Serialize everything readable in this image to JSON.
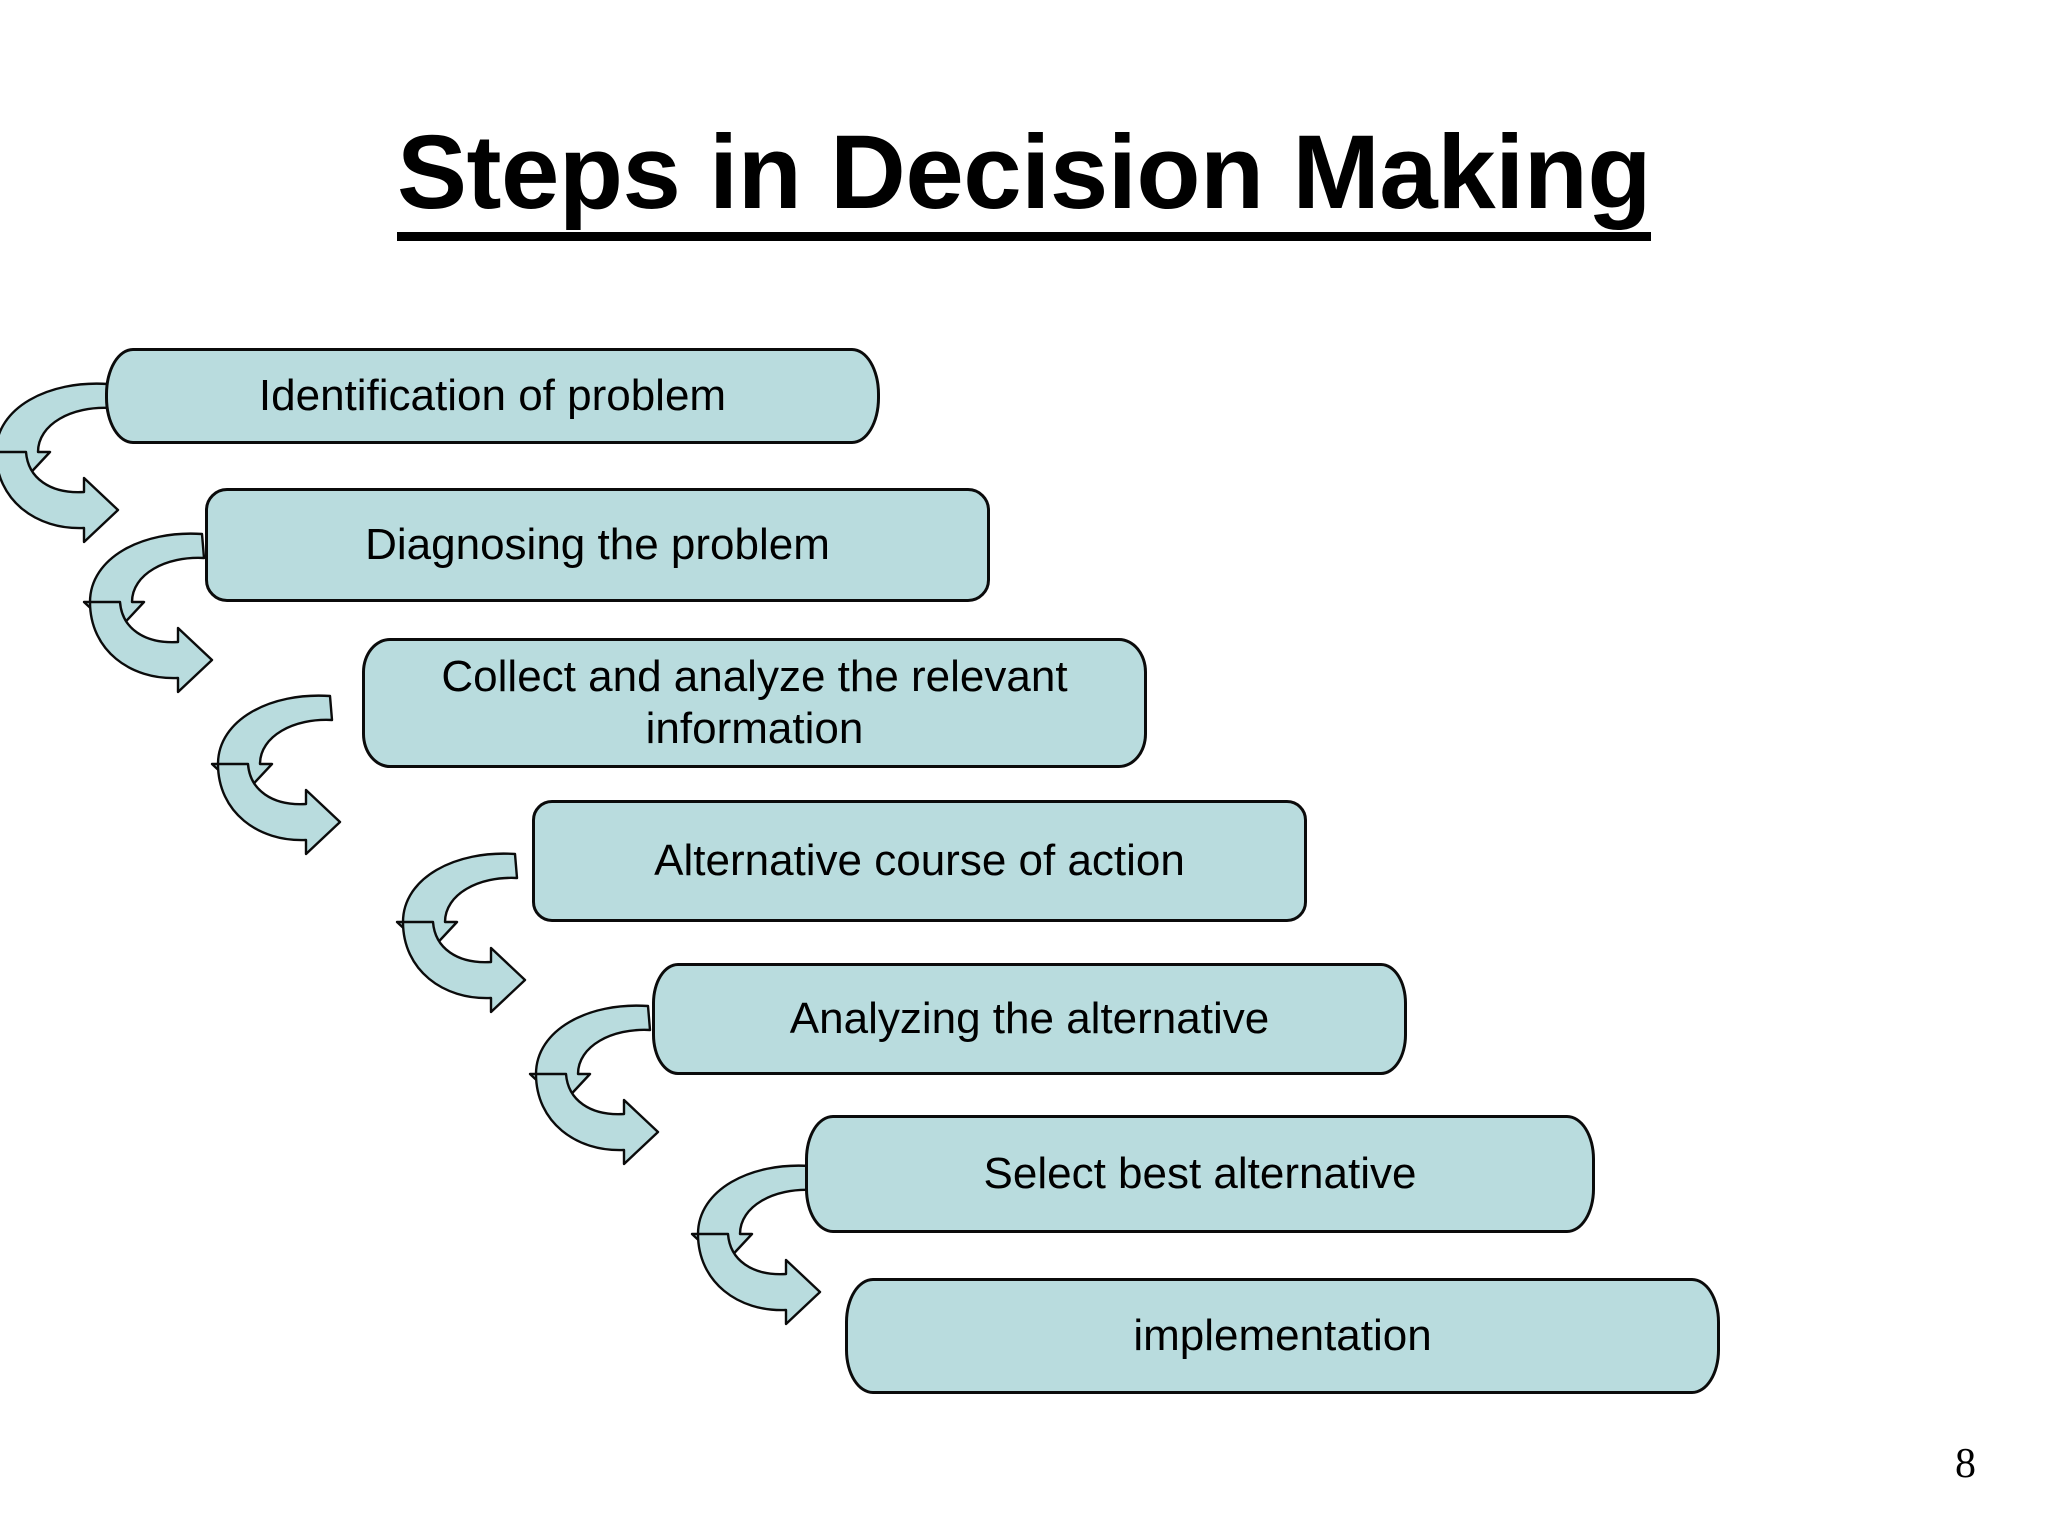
{
  "slide": {
    "title": "Steps in Decision Making",
    "page_number": "8",
    "background_color": "#ffffff",
    "box_fill_color": "#b9dcde",
    "box_border_color": "#0b0b0b",
    "arrow_fill_color": "#b9dcde",
    "arrow_border_color": "#0b0b0b",
    "text_color": "#000000"
  },
  "steps": [
    {
      "index": 1,
      "label": "Identification of problem"
    },
    {
      "index": 2,
      "label": "Diagnosing the problem"
    },
    {
      "index": 3,
      "label": "Collect and analyze the relevant information"
    },
    {
      "index": 4,
      "label": "Alternative course of action"
    },
    {
      "index": 5,
      "label": "Analyzing the alternative"
    },
    {
      "index": 6,
      "label": "Select best alternative"
    },
    {
      "index": 7,
      "label": "implementation"
    }
  ],
  "connectors": [
    {
      "from": 1,
      "to": 2,
      "icon": "curved-down-right-arrow-icon"
    },
    {
      "from": 2,
      "to": 3,
      "icon": "curved-down-right-arrow-icon"
    },
    {
      "from": 3,
      "to": 4,
      "icon": "curved-down-right-arrow-icon"
    },
    {
      "from": 4,
      "to": 5,
      "icon": "curved-down-right-arrow-icon"
    },
    {
      "from": 5,
      "to": 6,
      "icon": "curved-down-right-arrow-icon"
    },
    {
      "from": 6,
      "to": 7,
      "icon": "curved-down-right-arrow-icon"
    }
  ]
}
